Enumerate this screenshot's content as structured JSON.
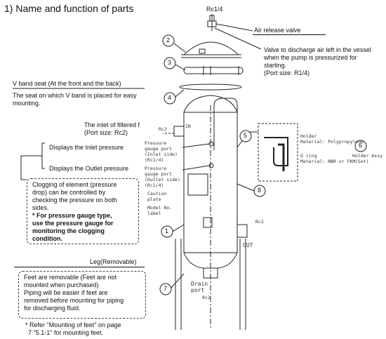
{
  "title": "1) Name and function of parts",
  "top_callouts": {
    "rc_top": "Rc1/4",
    "air_release_valve": "Air release valve",
    "valve_desc": [
      "Valve to discharge air left in the vessel",
      "when the pump is pressurized for",
      "starting.",
      "(Port size: R1/4)"
    ]
  },
  "v_band": {
    "heading": "V band seat (At the front and the back)",
    "desc": [
      "The seat on which V band is placed for easy",
      "mounting."
    ]
  },
  "inlet": {
    "line1": "The inlet of filtered f",
    "line2": "(Port size: Rc2)"
  },
  "gauges": {
    "inlet_label": "Displays the Inlet pressure",
    "outlet_label": "Displays the Outlet pressure"
  },
  "clogging_box": {
    "lines": [
      "Clogging of element (pressure",
      "drop) can be controlled by",
      "checking the pressure on both",
      "sides."
    ],
    "bold_lines": [
      "* For pressure gauge type,",
      "use the pressure gauge for",
      "monitoring the clogging",
      "condition."
    ]
  },
  "leg": {
    "heading": "Leg(Removable)",
    "box_lines": [
      "Feet are removable (Feet are not",
      "mounted when purchased)",
      "Piping will be easier if feet are",
      "removed before mounting for piping",
      "for discharging fluid."
    ],
    "note_lines": [
      "* Refer \"Mounting of feet\" on page",
      "7 \"5.1-1\" for mounting feet."
    ]
  },
  "drawing_labels": {
    "rc2_left": "Rc2",
    "in": "IN",
    "pg_inlet": [
      "Pressure",
      "gauge port",
      "(Inlet side)",
      "(Rc1/4)"
    ],
    "pg_outlet": [
      "Pressure",
      "gauge port",
      "(Outlet side)",
      "(Rc1/4)"
    ],
    "caution": [
      "Caution",
      "plate"
    ],
    "model": [
      "Model No.",
      "label"
    ],
    "rc2_right": "Rc2",
    "out": "OUT",
    "drain": [
      "Drain",
      "port"
    ],
    "rc2_drain": "Rc2",
    "holder": [
      "Holder",
      "Material: Polypropylene"
    ],
    "oring": [
      "O ring",
      "Material: NBR or FKM"
    ],
    "holder_assy": [
      "Holder Assy",
      "(Set)"
    ]
  },
  "part_numbers": [
    "2",
    "3",
    "4",
    "5",
    "6",
    "8",
    "1",
    "7"
  ]
}
